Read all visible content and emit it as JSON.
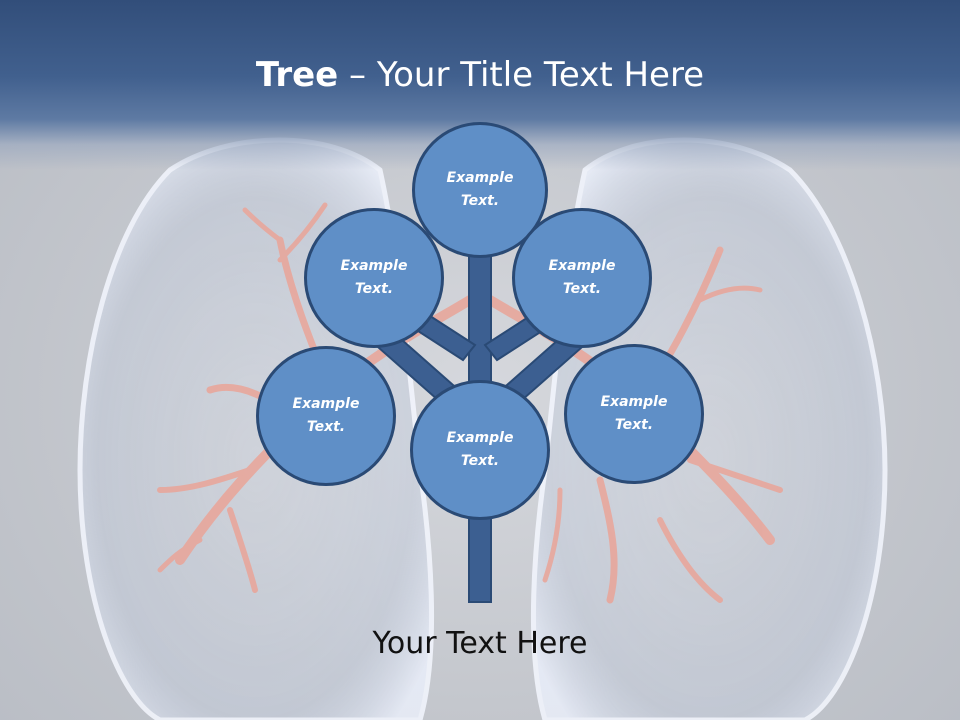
{
  "slide": {
    "title_bold": "Tree",
    "title_rest": " – Your Title Text Here",
    "bottom_text": "Your Text Here"
  },
  "nodes": [
    {
      "label": "Example\nText."
    },
    {
      "label": "Example\nText."
    },
    {
      "label": "Example\nText."
    },
    {
      "label": "Example\nText."
    },
    {
      "label": "Example\nText."
    },
    {
      "label": "Example\nText."
    }
  ],
  "colors": {
    "header": "#3d5b89",
    "node_fill": "#5f8fc7",
    "node_border": "#2a4a75",
    "trunk": "#3c5f91",
    "background_art": "lungs-illustration"
  }
}
